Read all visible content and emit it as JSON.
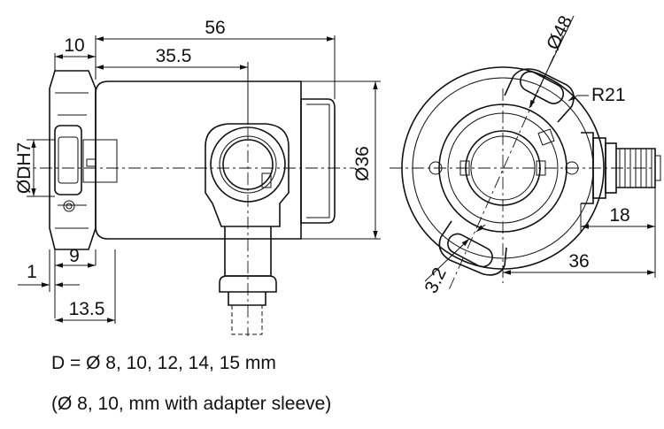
{
  "dimensions": {
    "side_view": {
      "overall_length": "56",
      "flange_to_port": "35.5",
      "flange_width": "10",
      "shaft_bore": "ØDH7",
      "body_diameter": "Ø36",
      "step_1": "1",
      "step_9": "9",
      "depth": "13.5"
    },
    "front_view": {
      "flange_diameter": "Ø48",
      "radius": "R21",
      "connector_length": "18",
      "offset_36": "36",
      "slot_width": "3.2"
    }
  },
  "notes": {
    "bore_sizes": "D = Ø 8, 10, 12, 14, 15 mm",
    "adapter": "(Ø 8, 10, mm with adapter sleeve)"
  }
}
